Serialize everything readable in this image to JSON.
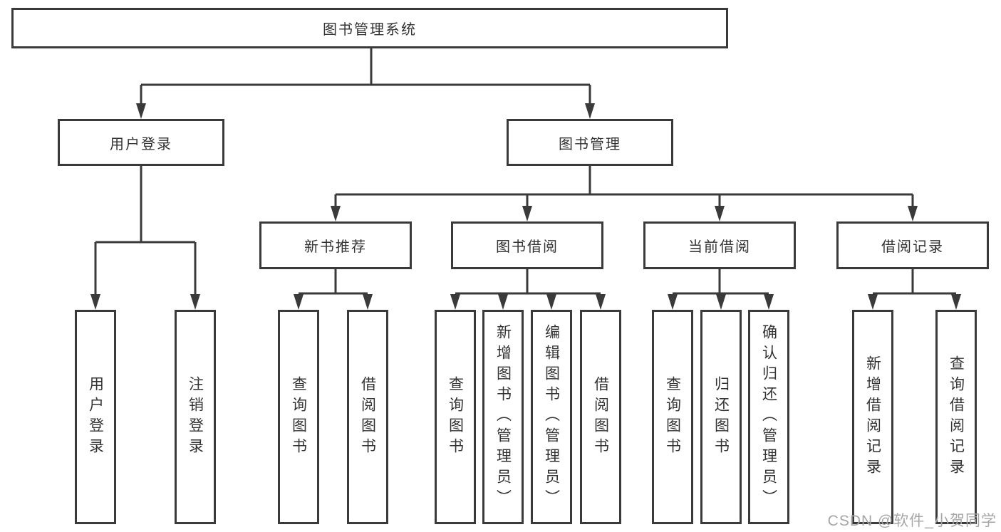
{
  "page": {
    "background_color": "#ffffff",
    "line_color": "#3a3a3a",
    "box_fill_color": "#ffffff",
    "text_color": "#333333",
    "watermark_color": "#a6a6a6"
  },
  "tree": {
    "label": "图书管理系统",
    "children": [
      {
        "label": "用户登录",
        "children": [
          {
            "label": "用户登录"
          },
          {
            "label": "注销登录"
          }
        ]
      },
      {
        "label": "图书管理",
        "children": [
          {
            "label": "新书推荐",
            "children": [
              {
                "label": "查询图书"
              },
              {
                "label": "借阅图书"
              }
            ]
          },
          {
            "label": "图书借阅",
            "children": [
              {
                "label": "查询图书"
              },
              {
                "label": "新增图书（管理员）"
              },
              {
                "label": "编辑图书（管理员）"
              },
              {
                "label": "借阅图书"
              }
            ]
          },
          {
            "label": "当前借阅",
            "children": [
              {
                "label": "查询图书"
              },
              {
                "label": "归还图书"
              },
              {
                "label": "确认归还（管理员）"
              }
            ]
          },
          {
            "label": "借阅记录",
            "children": [
              {
                "label": "新增借阅记录"
              },
              {
                "label": "查询借阅记录"
              }
            ]
          }
        ]
      }
    ]
  },
  "watermark": "CSDN @软件_小贺同学"
}
